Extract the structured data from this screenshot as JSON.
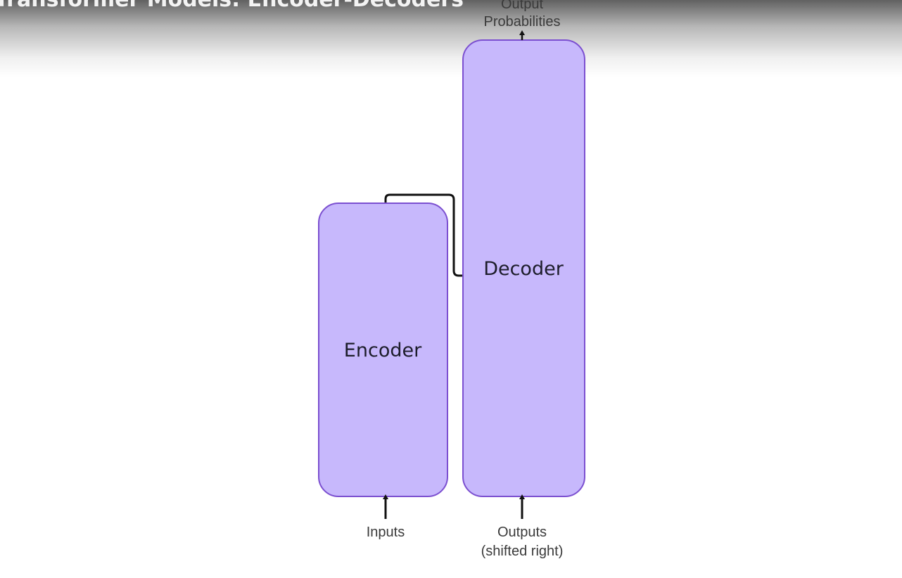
{
  "header": {
    "title": "Transformer Models: Encoder-Decoders"
  },
  "diagram": {
    "encoder": {
      "label": "Encoder"
    },
    "decoder": {
      "label": "Decoder"
    },
    "inputs": {
      "label": "Inputs"
    },
    "outputs": {
      "line1": "Outputs",
      "line2": "(shifted right)"
    },
    "output_probabilities": {
      "line1": "Output",
      "line2": "Probabilities"
    },
    "colors": {
      "block_fill": "#c7b8fc",
      "block_stroke": "#7b4fd0",
      "connector": "#111111"
    }
  }
}
